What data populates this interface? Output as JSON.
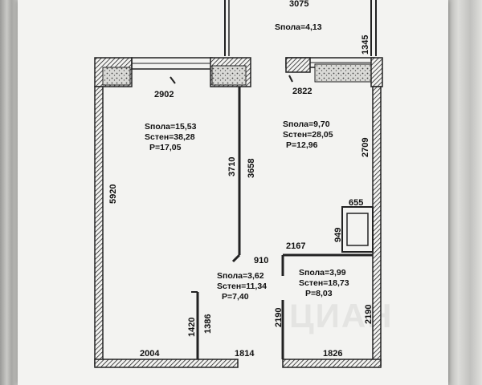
{
  "plan": {
    "dims": {
      "top_width": "3075",
      "right_top": "1345",
      "living_width": "2902",
      "kitchen_width": "2822",
      "living_height": "5920",
      "partition_a": "3710",
      "partition_b": "3658",
      "kitchen_height": "2709",
      "stove_width": "655",
      "stove_depth": "949",
      "door_width": "910",
      "bath_width": "2167",
      "left_small": "1420",
      "left_small_b": "1386",
      "bath_left": "2190",
      "bath_right": "2190",
      "bottom_left": "2004",
      "bottom_mid": "1814",
      "bottom_right": "1826"
    },
    "rooms": {
      "balcony": {
        "s_floor": "Sпола=4,13"
      },
      "living": {
        "s_floor": "Sпола=15,53",
        "s_walls": "Sстен=38,28",
        "perimeter": "P=17,05"
      },
      "kitchen": {
        "s_floor": "Sпола=9,70",
        "s_walls": "Sстен=28,05",
        "perimeter": "P=12,96"
      },
      "hall": {
        "s_floor": "Sпола=3,62",
        "s_walls": "Sстен=11,34",
        "perimeter": "P=7,40"
      },
      "bath": {
        "s_floor": "Sпола=3,99",
        "s_walls": "Sстен=18,73",
        "perimeter": "P=8,03"
      }
    },
    "watermark": "ЦИАН"
  }
}
